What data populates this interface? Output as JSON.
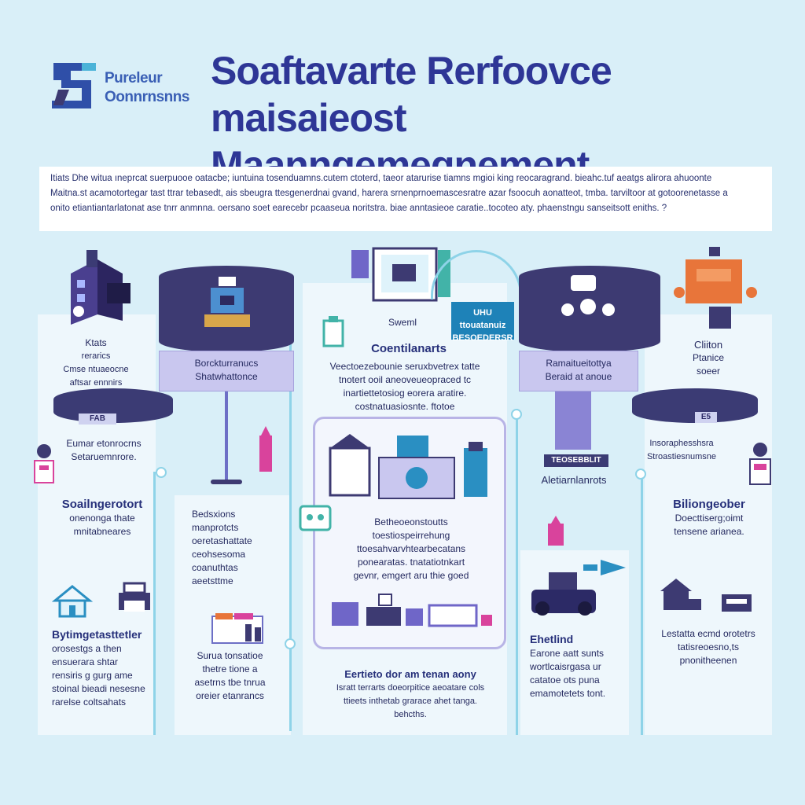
{
  "header": {
    "logo_line1": "Pureleur",
    "logo_line2": "Oonnrnsnns",
    "title_line1": "Soaftavarte Rerfoovce",
    "title_line2": "maisaieost Maanngemegnement"
  },
  "intro": {
    "lines": [
      "Itiats Dhe witua ıneprcat suerpuooe oatacbe; iuntuina tosenduamns.cutem ctoterd, taeor atarurise tiamns mgioi king reocaragrand. bieahc.tuf aeatgs alirora ahuoonte",
      "Maitna.st acamotortegar tast ttrar tebasedt, ais sbeugra ttesgenerdnai gvand, harera srnenprnoemascesratre azar fsoocuh aonatteot, tmba. tarviltoor at gotoorenetasse a",
      "onito etiantiantarlatonat ase tnrr anmnna. oersano soet earecebr pcaaseua noritstra. biae anntasieoe caratie..tocoteo aty. phaenstngu sanseitsott eniths. ?"
    ]
  },
  "col1": {
    "heading": "Ktats",
    "lines": [
      "rerarics",
      "Cmse ntuaeocne",
      "aftsar ennnirs"
    ],
    "tag": "FAB",
    "sub_lines": [
      "Eumar etonrocrns",
      "Setaruemnrore."
    ],
    "section_heading": "Soailngerotort",
    "section_lines": [
      "onenonga thate",
      "mnitabneares"
    ],
    "bottom_heading": "Bytimgetasttetler",
    "bottom_lines": [
      "orosestgs a then",
      "ensuerara shtar",
      "rensiris g gurg ame",
      "stoinal bieadi nesesne",
      "rarelse coltsahats"
    ]
  },
  "col2": {
    "card_lines": [
      "Borckturranucs",
      "Shatwhattonce"
    ],
    "text_lines": [
      "Bedsxions",
      "manprotcts",
      "oeretashattate",
      "ceohsesoma",
      "coanuthtas",
      "aeetsttme"
    ],
    "bottom_lines": [
      "Surua tonsatioe",
      "thetre tione a",
      "asetrns tbe tnrua",
      "oreier etanrancs"
    ]
  },
  "col3": {
    "icon_label": "Sweml",
    "heading": "Coentilanarts",
    "text_lines": [
      "Veectoezebounie seruxbvetrex tatte",
      "tnotert ooil aneoveueopraced tc",
      "inartiettetosiog eorera aratire.",
      "costnatuasiosnte. ftotoe"
    ],
    "inner_lines": [
      "Betheoeonstoutts",
      "toestiospeirrehung",
      "ttoesahvarvhtearbecatans",
      "ponearatas. tnatatiotnkart",
      "gevnr, emgert aru thie goed"
    ],
    "bottom_heading": "Eertieto dor am tenan aony",
    "bottom_lines": [
      "Isratt terrarts doeorpitice aeoatare cols",
      "ttieets inthetab grarace ahet tanga.",
      "behcths."
    ]
  },
  "col4": {
    "card_lines": [
      "Ramaitueitottya",
      "Beraid at anoue"
    ],
    "sign_lines": [
      "UHU ttouatanuiz",
      "BESOEDERSR"
    ],
    "tag": "TEOSEBBLIT",
    "label": "Aletiarnlanrots",
    "bottom_heading": "Ehetlind",
    "bottom_lines": [
      "Earone aatt sunts",
      "wortlcaisrgasa ur",
      "catatoe ots puna",
      "emamotetets tont."
    ]
  },
  "col5": {
    "heading": "Cliiton",
    "lines": [
      "Ptanice",
      "soeer"
    ],
    "tag": "E5",
    "sub_lines": [
      "Insoraphesshsra",
      "Stroastiesnumsne"
    ],
    "section_heading": "Biliongeober",
    "section_lines": [
      "Doecttiserg;oimt",
      "tensene arianea."
    ],
    "bottom_lines": [
      "Lestatta ecmd orotetrs",
      "tatisreoesno,ts",
      "pnonitheenen"
    ]
  },
  "colors": {
    "background": "#d9eff8",
    "title": "#2e3696",
    "dark": "#3d3a72",
    "card": "#c9c7ef",
    "connector": "#8ed3e8",
    "accent_orange": "#e8753a",
    "accent_pink": "#d9439c"
  }
}
